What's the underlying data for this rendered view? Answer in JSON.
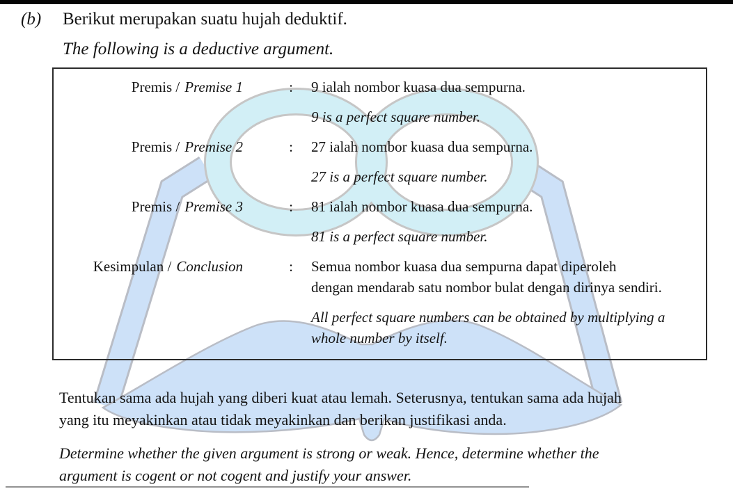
{
  "page": {
    "item_label": "(b)",
    "intro_my": "Berikut merupakan suatu hujah deduktif.",
    "intro_en": "The following is a deductive argument.",
    "argument_box": {
      "colon": ":",
      "rows": [
        {
          "label_my": "Premis /",
          "label_en": "Premise 1",
          "statement_my": "9 ialah nombor kuasa dua sempurna.",
          "statement_en": "9 is a perfect square number."
        },
        {
          "label_my": "Premis /",
          "label_en": "Premise 2",
          "statement_my": "27 ialah nombor kuasa dua sempurna.",
          "statement_en": "27 is a perfect square number."
        },
        {
          "label_my": "Premis /",
          "label_en": "Premise 3",
          "statement_my": "81 ialah nombor kuasa dua sempurna.",
          "statement_en": "81 is a perfect square number."
        },
        {
          "label_my": "Kesimpulan /",
          "label_en": "Conclusion",
          "statement_my": "Semua nombor kuasa dua sempurna dapat diperoleh\ndengan mendarab satu nombor bulat dengan dirinya sendiri.",
          "statement_en": "All perfect square numbers can be obtained by multiplying a\nwhole number by itself."
        }
      ]
    },
    "question_my": "Tentukan sama ada hujah yang diberi kuat atau lemah. Seterusnya, tentukan sama ada hujah\nyang itu meyakinkan atau tidak meyakinkan dan berikan justifikasi anda.",
    "question_en": "Determine whether the given argument is strong or weak. Hence, determine whether the\nargument is cogent or not cogent and justify your answer."
  },
  "watermark": {
    "name": "open-book-with-infinity-logo",
    "infinity_color": "#d2eff6",
    "book_color": "#cde1f8",
    "outline_color": "#c2c2c4"
  }
}
